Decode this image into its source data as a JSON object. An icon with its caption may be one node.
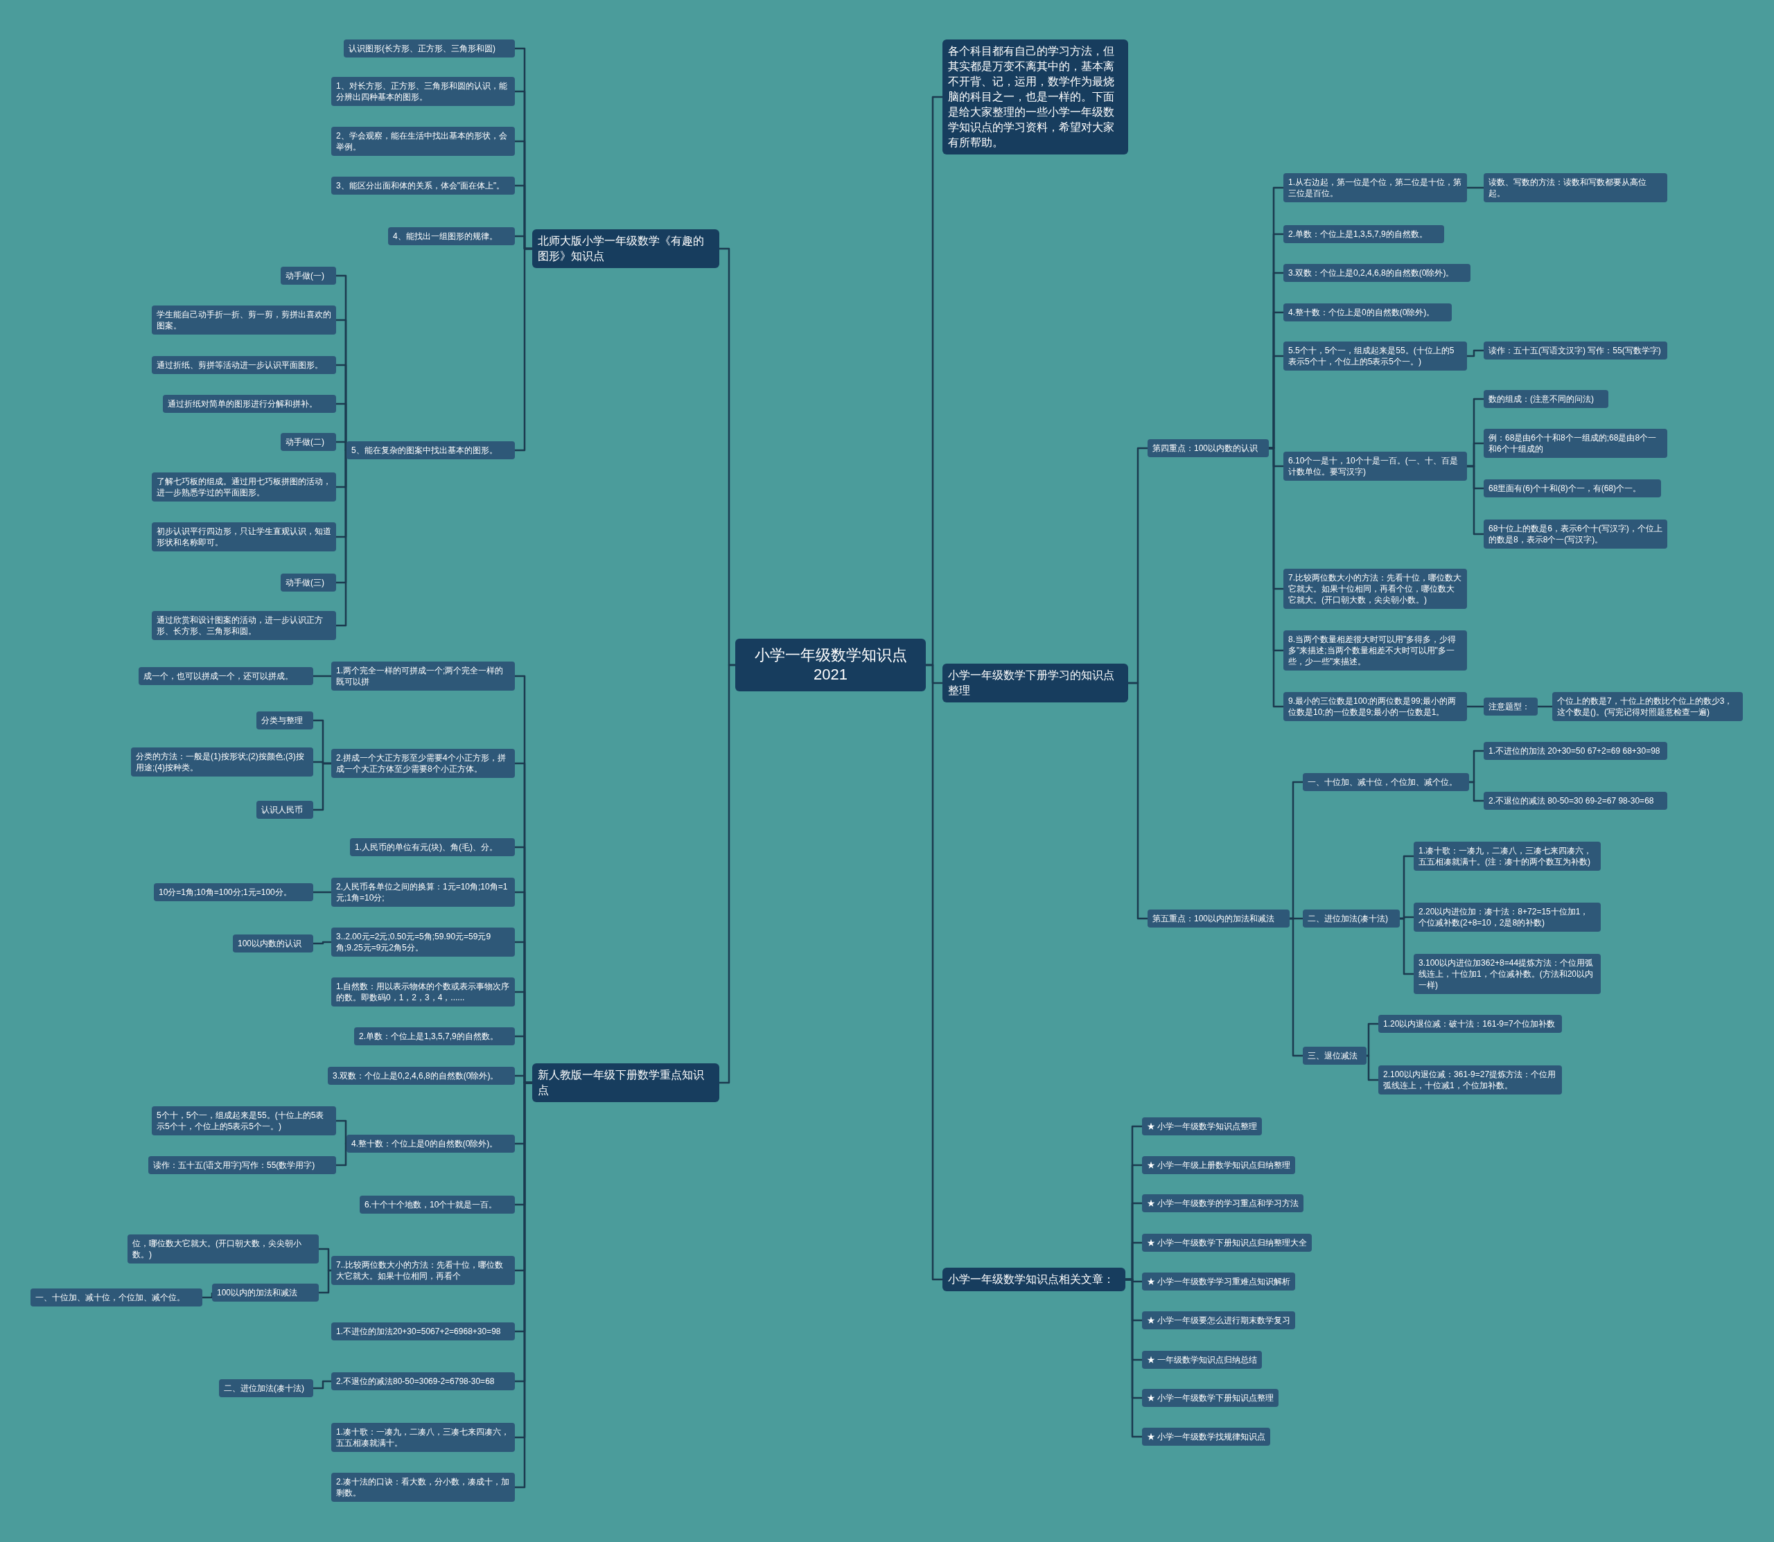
{
  "diagram": {
    "nodes": [
      {
        "text": [
          "小学一年级数学知识点2021"
        ]
      },
      {
        "text": [
          "北师大版小学一年级数学《有趣的图形》知识点"
        ]
      },
      {
        "text": [
          "认识图形(长方形、正方形、三角形和圆)"
        ]
      },
      {
        "text": [
          "1、对长方形、正方形、三角形和圆的认识，能分辨出四种基本的图形。"
        ]
      },
      {
        "text": [
          "2、学会观察，能在生活中找出基本的形状，会举例。"
        ]
      },
      {
        "text": [
          "3、能区分出面和体的关系，体会\"面在体上\"。"
        ]
      },
      {
        "text": [
          "4、能找出一组图形的规律。"
        ]
      },
      {
        "text": [
          "5、能在复杂的图案中找出基本的图形。"
        ]
      },
      {
        "text": [
          "动手做(一)"
        ]
      },
      {
        "text": [
          "学生能自己动手折一折、剪一剪，剪拼出喜欢的图案。"
        ]
      },
      {
        "text": [
          "通过折纸、剪拼等活动进一步认识平面图形。"
        ]
      },
      {
        "text": [
          "通过折纸对简单的图形进行分解和拼补。"
        ]
      },
      {
        "text": [
          "动手做(二)"
        ]
      },
      {
        "text": [
          "了解七巧板的组成。通过用七巧板拼图的活动，进一步熟悉学过的平面图形。"
        ]
      },
      {
        "text": [
          "初步认识平行四边形，只让学生直观认识，知道形状和名称即可。"
        ]
      },
      {
        "text": [
          "动手做(三)"
        ]
      },
      {
        "text": [
          "通过欣赏和设计图案的活动，进一步认识正方形、长方形、三角形和圆。"
        ]
      },
      {
        "text": [
          "新人教版一年级下册数学重点知识点"
        ]
      },
      {
        "text": [
          "1.两个完全一样的可拼成一个;两个完全一样的既可以拼"
        ]
      },
      {
        "text": [
          "成一个，也可以拼成一个，还可以拼成。"
        ]
      },
      {
        "text": [
          "2.拼成一个大正方形至少需要4个小正方形，拼成一个大正方体至少需要8个小正方体。"
        ]
      },
      {
        "text": [
          "分类与整理"
        ]
      },
      {
        "text": [
          "分类的方法：一般是(1)按形状;(2)按颜色;(3)按用途;(4)按种类。"
        ]
      },
      {
        "text": [
          "认识人民币"
        ]
      },
      {
        "text": [
          "1.人民币的单位有元(块)、角(毛)、分。"
        ]
      },
      {
        "text": [
          "2.人民币各单位之间的换算：1元=10角;10角=1元;1角=10分;"
        ]
      },
      {
        "text": [
          "10分=1角;10角=100分;1元=100分。"
        ]
      },
      {
        "text": [
          "3..2.00元=2元;0.50元=5角;59.90元=59元9角;9.25元=9元2角5分。"
        ]
      },
      {
        "text": [
          "100以内数的认识"
        ]
      },
      {
        "text": [
          "1.自然数：用以表示物体的个数或表示事物次序的数。即数码0，1，2，3，4，......"
        ]
      },
      {
        "text": [
          "2.单数：个位上是1,3,5,7,9的自然数。"
        ]
      },
      {
        "text": [
          "3.双数：个位上是0,2,4,6,8的自然数(0除外)。"
        ]
      },
      {
        "text": [
          "4.整十数：个位上是0的自然数(0除外)。"
        ]
      },
      {
        "text": [
          "5个十，5个一，组成起来是55。(十位上的5表示5个十，个位上的5表示5个一。)"
        ]
      },
      {
        "text": [
          "读作：五十五(语文用字)写作：55(数学用字)"
        ]
      },
      {
        "text": [
          "6.十个十个地数，10个十就是一百。"
        ]
      },
      {
        "text": [
          "7..比较两位数大小的方法：先看十位，哪位数大它就大。如果十位相同，再看个"
        ]
      },
      {
        "text": [
          "位，哪位数大它就大。(开口朝大数，尖尖朝小数。)"
        ]
      },
      {
        "text": [
          "100以内的加法和减法"
        ]
      },
      {
        "text": [
          "一、十位加、减十位，个位加、减个位。"
        ]
      },
      {
        "text": [
          "1.不进位的加法20+30=5067+2=6968+30=98"
        ]
      },
      {
        "text": [
          "2.不退位的减法80-50=3069-2=6798-30=68"
        ]
      },
      {
        "text": [
          "二、进位加法(凑十法)"
        ]
      },
      {
        "text": [
          "1.凑十歌：一凑九，二凑八，三凑七来四凑六，五五相凑就满十。"
        ]
      },
      {
        "text": [
          "2.凑十法的口诀：看大数，分小数，凑成十，加剩数。"
        ]
      },
      {
        "text": [
          "各个科目都有自己的学习方法，但其实都是万变不离其中的，基本离不开背、记，运用，数学作为最烧脑的科目之一，也是一样的。下面是给大家整理的一些小学一年级数学知识点的学习资料，希望对大家有所帮助。"
        ]
      },
      {
        "text": [
          "小学一年级数学下册学习的知识点整理"
        ]
      },
      {
        "text": [
          "第四重点：100以内数的认识"
        ]
      },
      {
        "text": [
          "1.从右边起，第一位是个位，第二位是十位，第三位是百位。"
        ]
      },
      {
        "text": [
          "读数、写数的方法：读数和写数都要从高位起。"
        ]
      },
      {
        "text": [
          "2.单数：个位上是1,3,5,7,9的自然数。"
        ]
      },
      {
        "text": [
          "3.双数：个位上是0,2,4,6,8的自然数(0除外)。"
        ]
      },
      {
        "text": [
          "4.整十数：个位上是0的自然数(0除外)。"
        ]
      },
      {
        "text": [
          "5.5个十，5个一，组成起来是55。(十位上的5表示5个十，个位上的5表示5个一。)"
        ]
      },
      {
        "text": [
          "读作：五十五(写语文汉字) 写作：55(写数学字)"
        ]
      },
      {
        "text": [
          "6.10个一是十，10个十是一百。(一、十、百是计数单位。要写汉字)"
        ]
      },
      {
        "text": [
          "数的组成：(注意不同的问法)"
        ]
      },
      {
        "text": [
          "例：68是由6个十和8个一组成的;68是由8个一和6个十组成的"
        ]
      },
      {
        "text": [
          "68里面有(6)个十和(8)个一，有(68)个一。"
        ]
      },
      {
        "text": [
          "68十位上的数是6，表示6个十(写汉字)，个位上的数是8，表示8个一(写汉字)。"
        ]
      },
      {
        "text": [
          "7.比较两位数大小的方法：先看十位，哪位数大它就大。如果十位相同，再看个位，哪位数大它就大。(开口朝大数，尖尖朝小数。)"
        ]
      },
      {
        "text": [
          "8.当两个数量相差很大时可以用\"多得多，少得多\"来描述;当两个数量相差不大时可以用\"多一些，少一些\"来描述。"
        ]
      },
      {
        "text": [
          "9.最小的三位数是100;的两位数是99;最小的两位数是10;的一位数是9;最小的一位数是1。"
        ]
      },
      {
        "text": [
          "注意题型："
        ]
      },
      {
        "text": [
          "个位上的数是7，十位上的数比个位上的数少3，这个数是()。(写完记得对照题意检查一遍)"
        ]
      },
      {
        "text": [
          "第五重点：100以内的加法和减法"
        ]
      },
      {
        "text": [
          "一、十位加、减十位，个位加、减个位。"
        ]
      },
      {
        "text": [
          "1.不进位的加法 20+30=50 67+2=69 68+30=98"
        ]
      },
      {
        "text": [
          "2.不退位的减法 80-50=30 69-2=67 98-30=68"
        ]
      },
      {
        "text": [
          "二、进位加法(凑十法)"
        ]
      },
      {
        "text": [
          "1.凑十歌：一凑九，二凑八，三凑七来四凑六，五五相凑就满十。(注：凑十的两个数互为补数)"
        ]
      },
      {
        "text": [
          "2.20以内进位加：凑十法：8+72=15十位加1，个位减补数(2+8=10，2是8的补数)"
        ]
      },
      {
        "text": [
          "3.100以内进位加362+8=44提炼方法：个位用弧线连上，十位加1，个位减补数。(方法和20以内一样)"
        ]
      },
      {
        "text": [
          "三、退位减法"
        ]
      },
      {
        "text": [
          "1.20以内退位减：破十法：161-9=7个位加补数"
        ]
      },
      {
        "text": [
          "2.100以内退位减：361-9=27提炼方法：个位用弧线连上，十位减1，个位加补数。"
        ]
      },
      {
        "text": [
          "小学一年级数学知识点相关文章："
        ]
      },
      {
        "text": [
          "★ 小学一年级数学知识点整理"
        ]
      },
      {
        "text": [
          "★ 小学一年级上册数学知识点归纳整理"
        ]
      },
      {
        "text": [
          "★ 小学一年级数学的学习重点和学习方法"
        ]
      },
      {
        "text": [
          "★ 小学一年级数学下册知识点归纳整理大全"
        ]
      },
      {
        "text": [
          "★ 小学一年级数学学习重难点知识解析"
        ]
      },
      {
        "text": [
          "★ 小学一年级要怎么进行期末数学复习"
        ]
      },
      {
        "text": [
          "★ 一年级数学知识点归纳总结"
        ]
      },
      {
        "text": [
          "★ 小学一年级数学下册知识点整理"
        ]
      },
      {
        "text": [
          "★ 小学一年级数学找规律知识点"
        ]
      }
    ],
    "edges": [
      {
        "from": 0,
        "to": 1,
        "arrow": "none"
      },
      {
        "from": 1,
        "to": 2,
        "arrow": "none"
      },
      {
        "from": 1,
        "to": 3,
        "arrow": "none"
      },
      {
        "from": 1,
        "to": 4,
        "arrow": "none"
      },
      {
        "from": 1,
        "to": 5,
        "arrow": "none"
      },
      {
        "from": 1,
        "to": 6,
        "arrow": "none"
      },
      {
        "from": 1,
        "to": 7,
        "arrow": "none"
      },
      {
        "from": 7,
        "to": 8,
        "arrow": "none"
      },
      {
        "from": 7,
        "to": 9,
        "arrow": "none"
      },
      {
        "from": 7,
        "to": 10,
        "arrow": "none"
      },
      {
        "from": 7,
        "to": 11,
        "arrow": "none"
      },
      {
        "from": 7,
        "to": 12,
        "arrow": "none"
      },
      {
        "from": 7,
        "to": 13,
        "arrow": "none"
      },
      {
        "from": 7,
        "to": 14,
        "arrow": "none"
      },
      {
        "from": 7,
        "to": 15,
        "arrow": "none"
      },
      {
        "from": 7,
        "to": 16,
        "arrow": "none"
      },
      {
        "from": 0,
        "to": 17,
        "arrow": "none"
      },
      {
        "from": 17,
        "to": 18,
        "arrow": "none"
      },
      {
        "from": 18,
        "to": 19,
        "arrow": "none"
      },
      {
        "from": 17,
        "to": 20,
        "arrow": "none"
      },
      {
        "from": 20,
        "to": 21,
        "arrow": "none"
      },
      {
        "from": 20,
        "to": 22,
        "arrow": "none"
      },
      {
        "from": 20,
        "to": 23,
        "arrow": "none"
      },
      {
        "from": 17,
        "to": 24,
        "arrow": "none"
      },
      {
        "from": 17,
        "to": 25,
        "arrow": "none"
      },
      {
        "from": 25,
        "to": 26,
        "arrow": "none"
      },
      {
        "from": 17,
        "to": 27,
        "arrow": "none"
      },
      {
        "from": 27,
        "to": 28,
        "arrow": "none"
      },
      {
        "from": 17,
        "to": 29,
        "arrow": "none"
      },
      {
        "from": 17,
        "to": 30,
        "arrow": "none"
      },
      {
        "from": 17,
        "to": 31,
        "arrow": "none"
      },
      {
        "from": 17,
        "to": 32,
        "arrow": "none"
      },
      {
        "from": 32,
        "to": 33,
        "arrow": "none"
      },
      {
        "from": 32,
        "to": 34,
        "arrow": "none"
      },
      {
        "from": 17,
        "to": 35,
        "arrow": "none"
      },
      {
        "from": 17,
        "to": 36,
        "arrow": "none"
      },
      {
        "from": 36,
        "to": 37,
        "arrow": "none"
      },
      {
        "from": 36,
        "to": 38,
        "arrow": "none"
      },
      {
        "from": 38,
        "to": 39,
        "arrow": "none"
      },
      {
        "from": 17,
        "to": 40,
        "arrow": "none"
      },
      {
        "from": 17,
        "to": 41,
        "arrow": "none"
      },
      {
        "from": 41,
        "to": 42,
        "arrow": "none"
      },
      {
        "from": 17,
        "to": 43,
        "arrow": "none"
      },
      {
        "from": 17,
        "to": 44,
        "arrow": "none"
      },
      {
        "from": 0,
        "to": 45,
        "arrow": "none"
      },
      {
        "from": 0,
        "to": 46,
        "arrow": "none"
      },
      {
        "from": 46,
        "to": 47,
        "arrow": "none"
      },
      {
        "from": 47,
        "to": 48,
        "arrow": "none"
      },
      {
        "from": 48,
        "to": 49,
        "arrow": "none"
      },
      {
        "from": 47,
        "to": 50,
        "arrow": "none"
      },
      {
        "from": 47,
        "to": 51,
        "arrow": "none"
      },
      {
        "from": 47,
        "to": 52,
        "arrow": "none"
      },
      {
        "from": 47,
        "to": 53,
        "arrow": "none"
      },
      {
        "from": 53,
        "to": 54,
        "arrow": "none"
      },
      {
        "from": 47,
        "to": 55,
        "arrow": "none"
      },
      {
        "from": 55,
        "to": 56,
        "arrow": "none"
      },
      {
        "from": 55,
        "to": 57,
        "arrow": "none"
      },
      {
        "from": 55,
        "to": 58,
        "arrow": "none"
      },
      {
        "from": 55,
        "to": 59,
        "arrow": "none"
      },
      {
        "from": 47,
        "to": 60,
        "arrow": "none"
      },
      {
        "from": 47,
        "to": 61,
        "arrow": "none"
      },
      {
        "from": 47,
        "to": 62,
        "arrow": "none"
      },
      {
        "from": 62,
        "to": 63,
        "arrow": "none"
      },
      {
        "from": 63,
        "to": 64,
        "arrow": "none"
      },
      {
        "from": 46,
        "to": 65,
        "arrow": "none"
      },
      {
        "from": 65,
        "to": 66,
        "arrow": "none"
      },
      {
        "from": 66,
        "to": 67,
        "arrow": "none"
      },
      {
        "from": 66,
        "to": 68,
        "arrow": "none"
      },
      {
        "from": 65,
        "to": 69,
        "arrow": "none"
      },
      {
        "from": 69,
        "to": 70,
        "arrow": "none"
      },
      {
        "from": 69,
        "to": 71,
        "arrow": "none"
      },
      {
        "from": 69,
        "to": 72,
        "arrow": "none"
      },
      {
        "from": 65,
        "to": 73,
        "arrow": "none"
      },
      {
        "from": 73,
        "to": 74,
        "arrow": "none"
      },
      {
        "from": 73,
        "to": 75,
        "arrow": "none"
      },
      {
        "from": 0,
        "to": 76,
        "arrow": "none"
      },
      {
        "from": 76,
        "to": 77,
        "arrow": "none"
      },
      {
        "from": 76,
        "to": 78,
        "arrow": "none"
      },
      {
        "from": 76,
        "to": 79,
        "arrow": "none"
      },
      {
        "from": 76,
        "to": 80,
        "arrow": "none"
      },
      {
        "from": 76,
        "to": 81,
        "arrow": "none"
      },
      {
        "from": 76,
        "to": 82,
        "arrow": "none"
      },
      {
        "from": 76,
        "to": 83,
        "arrow": "none"
      },
      {
        "from": 76,
        "to": 84,
        "arrow": "none"
      },
      {
        "from": 76,
        "to": 85,
        "arrow": "none"
      }
    ]
  }
}
